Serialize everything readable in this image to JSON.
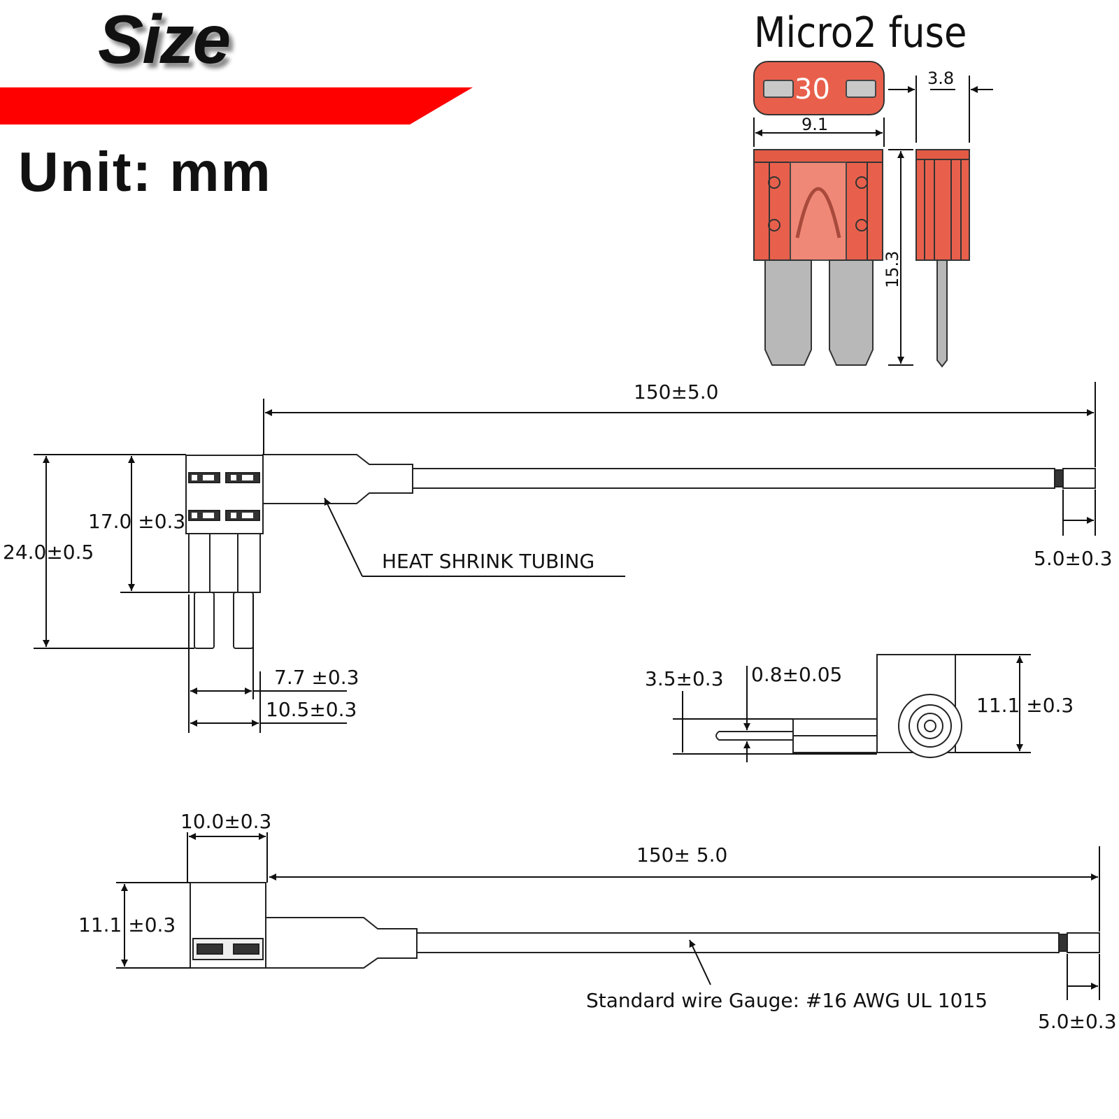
{
  "header": {
    "title": "Size",
    "unit": "Unit: mm",
    "accent_color": "#ff0000"
  },
  "fuse_view": {
    "title": "Micro2 fuse",
    "rating_label": "30",
    "body_color": "#e8604c",
    "dim_width": "9.1",
    "dim_thickness": "3.8",
    "dim_height": "15.3"
  },
  "top_view": {
    "length": "150±5.0",
    "end_terminal": "5.0±0.3",
    "overall_height": "24.0±0.5",
    "body_height": "17.0 ±0.3",
    "blade_gap": "7.7 ±0.3",
    "blade_width": "10.5±0.3",
    "callout": "HEAT SHRINK TUBING"
  },
  "terminal_view": {
    "pin_offset": "3.5±0.3",
    "pin_diameter": "0.8±0.05",
    "ring_height": "11.1 ±0.3"
  },
  "side_view": {
    "width": "10.0±0.3",
    "height": "11.1 ±0.3",
    "length": "150± 5.0",
    "end_terminal": "5.0±0.3",
    "wire_callout": "Standard wire Gauge:  #16 AWG UL 1015"
  }
}
